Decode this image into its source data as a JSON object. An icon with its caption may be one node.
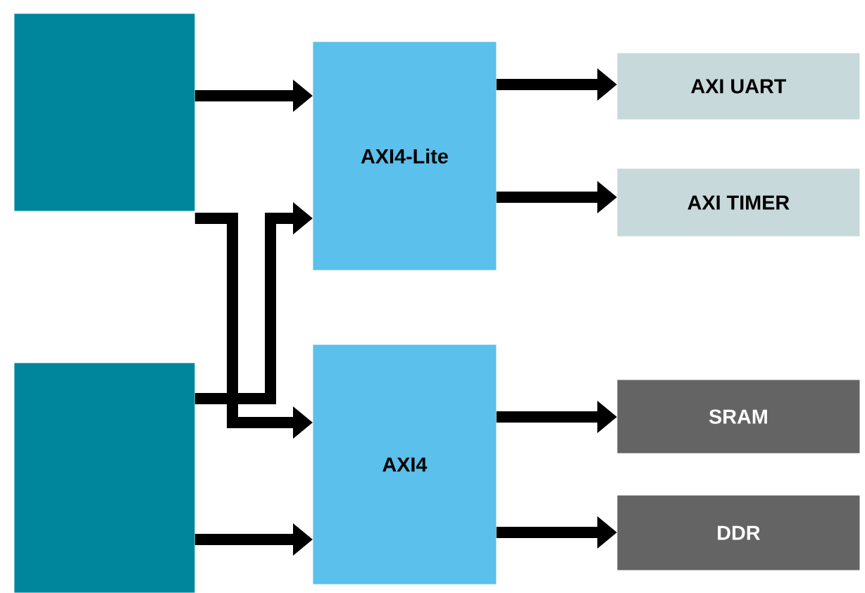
{
  "diagram": {
    "nodes": [
      {
        "text": [],
        "shape": "box"
      },
      {
        "text": [
          "AXI4-Lite"
        ]
      },
      {
        "text": [
          "AXI UART"
        ]
      },
      {
        "text": [
          "AXI TIMER"
        ]
      },
      {
        "text": [],
        "shape": "box"
      },
      {
        "text": [
          "AXI4"
        ]
      },
      {
        "text": [
          "SRAM"
        ]
      },
      {
        "text": [
          "DDR"
        ]
      }
    ],
    "edges": [
      {
        "from": 0,
        "to": 1,
        "arrow": "to"
      },
      {
        "from": 0,
        "to": 5,
        "arrow": "to"
      },
      {
        "from": 4,
        "to": 1,
        "arrow": "to"
      },
      {
        "from": 4,
        "to": 5,
        "arrow": "to"
      },
      {
        "from": 1,
        "to": 2,
        "arrow": "to"
      },
      {
        "from": 1,
        "to": 3,
        "arrow": "to"
      },
      {
        "from": 5,
        "to": 6,
        "arrow": "to"
      },
      {
        "from": 5,
        "to": 7,
        "arrow": "to"
      }
    ]
  }
}
